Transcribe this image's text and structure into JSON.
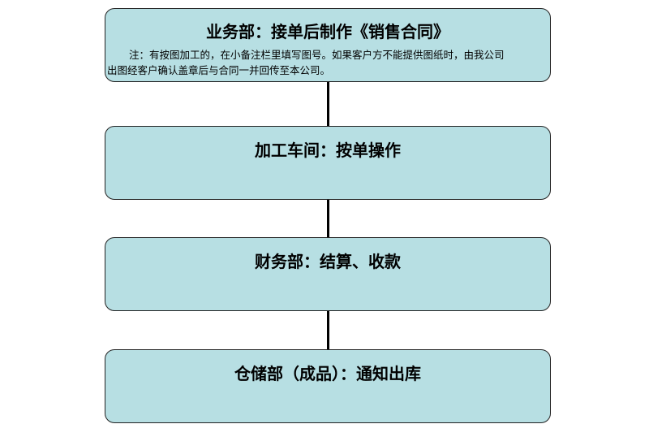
{
  "flow": {
    "steps": [
      {
        "title": "业务部：接单后制作《销售合同》",
        "note_line1": "注：有按图加工的，在小备注栏里填写图号。如果客户方不能提供图纸时，由我公司",
        "note_line2": "出图经客户确认盖章后与合同一并回传至本公司。"
      },
      {
        "title": "加工车间：按单操作"
      },
      {
        "title": "财务部：结算、收款"
      },
      {
        "title": "仓储部（成品）：通知出库"
      }
    ]
  },
  "colors": {
    "box_fill": "#b7dfe3",
    "box_border": "#222222",
    "connector": "#000000"
  }
}
